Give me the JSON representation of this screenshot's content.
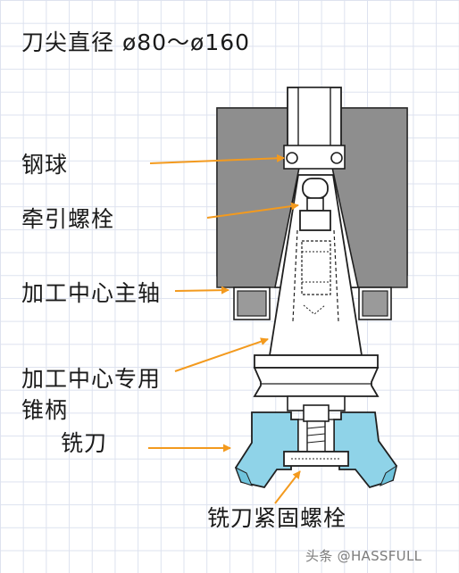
{
  "title": "刀尖直径 ø80～ø160",
  "labels": {
    "steel_ball": "钢球",
    "pull_stud": "牵引螺栓",
    "spindle": "加工中心主轴",
    "holder_line1": "加工中心专用",
    "holder_line2": "锥柄",
    "cutter": "铣刀",
    "clamp_bolt": "铣刀紧固螺栓"
  },
  "watermark": "头条 @HASSFULL",
  "colors": {
    "spindle_fill": "#8e8e8e",
    "cutter_fill": "#8fd3e8",
    "arrow": "#f39a1e",
    "line": "#1f1f1f"
  }
}
